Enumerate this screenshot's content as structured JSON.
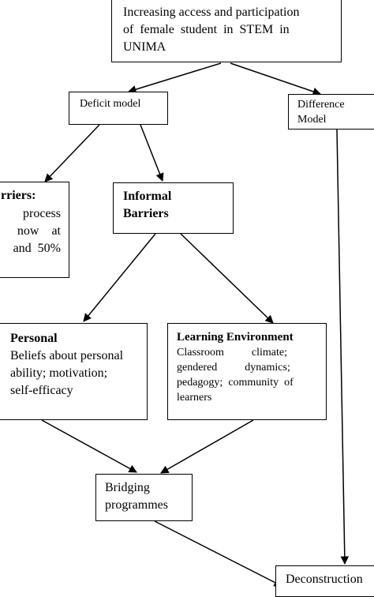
{
  "top": {
    "line1": "Increasing access and participation",
    "line2": "of female student in STEM in",
    "line3": "UNIMA"
  },
  "deficit": {
    "label": "Deficit model"
  },
  "difference": {
    "line1": "Difference",
    "line2": "Model"
  },
  "formal": {
    "title": "rriers:",
    "line1": "process",
    "line2": "now    at",
    "line3": "and  50%"
  },
  "informal": {
    "line1": "Informal",
    "line2": "Barriers"
  },
  "personal": {
    "title": "Personal",
    "line1": "Beliefs about personal",
    "line2": "ability; motivation;",
    "line3": "self-efficacy"
  },
  "learning": {
    "title": "Learning Environment",
    "line1": "Classroom          climate;",
    "line2": "gendered          dynamics;",
    "line3": "pedagogy;  community  of",
    "line4": "learners"
  },
  "bridging": {
    "line1": "Bridging",
    "line2": "programmes"
  },
  "deconstruction": {
    "label": "Deconstruction"
  }
}
